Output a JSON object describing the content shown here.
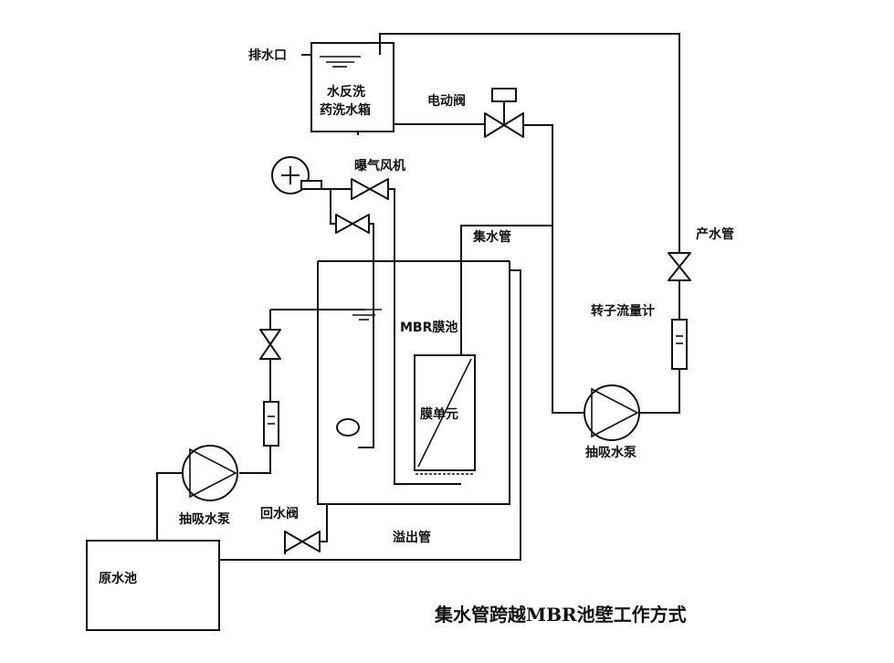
{
  "labels": {
    "drain_outlet": "排水口",
    "backwash_tank_line1": "水反洗",
    "backwash_tank_line2": "药洗水箱",
    "electric_valve": "电动阀",
    "aeration_blower": "曝气风机",
    "collector_pipe": "集水管",
    "product_pipe": "产水管",
    "rotameter": "转子流量计",
    "mbr_tank": "MBR膜池",
    "membrane_unit": "膜单元",
    "suction_pump_right": "抽吸水泵",
    "suction_pump_left": "抽吸水泵",
    "return_valve": "回水阀",
    "overflow_pipe": "溢出管",
    "raw_water_tank": "原水池"
  },
  "caption": "集水管跨越MBR池壁工作方式"
}
